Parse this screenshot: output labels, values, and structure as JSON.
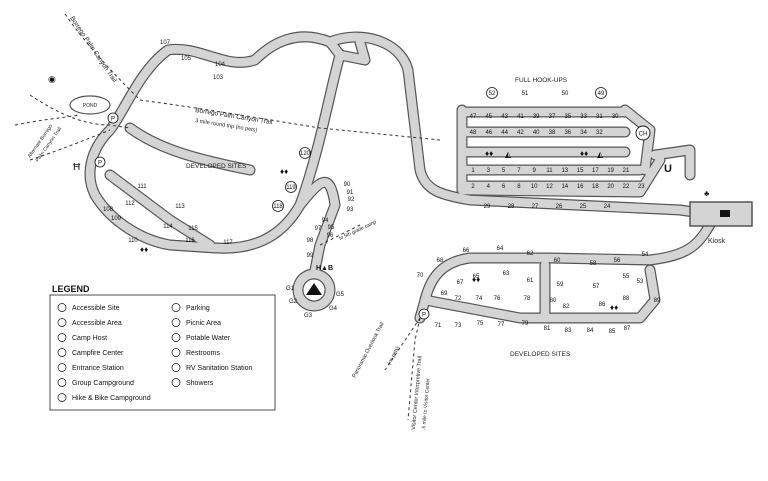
{
  "labels": {
    "full_hookups": "FULL HOOK-UPS",
    "developed_sites_left": "DEVELOPED SITES",
    "developed_sites_bottom": "DEVELOPED SITES",
    "kiosk": "Kiosk",
    "pond": "POND",
    "trail_borrego_top": "Borrego Palm Canyon Trail",
    "trail_borrego_mid": "Borrego Palm Canyon Trail",
    "trail_borrego_mid_sub": "3 mile round trip (no pets)",
    "trail_alternate": "Alternate Borrego",
    "trail_alternate_2": "Palm Canyon Trail",
    "trail_panoramic": "Panoramic Overlook Trail",
    "trail_panoramic_sub": "(no pets)",
    "trail_visitor": "Visitor Center Interpretive Trail",
    "trail_visitor_sub": ".5 mile to Visitor Center",
    "to_group_camp": "to 5th grade camp",
    "ch": "CH"
  },
  "legend": {
    "title": "LEGEND",
    "items_left": [
      {
        "icon": "accessible-site-icon",
        "label": "Accessible Site"
      },
      {
        "icon": "accessible-area-icon",
        "label": "Accessible Area"
      },
      {
        "icon": "camp-host-icon",
        "label": "Camp Host"
      },
      {
        "icon": "campfire-center-icon",
        "label": "Campfire Center"
      },
      {
        "icon": "entrance-station-icon",
        "label": "Entrance Station"
      },
      {
        "icon": "group-campground-icon",
        "label": "Group Campground"
      },
      {
        "icon": "hike-bike-icon",
        "label": "Hike & Bike Campground"
      }
    ],
    "items_right": [
      {
        "icon": "parking-icon",
        "label": "Parking"
      },
      {
        "icon": "picnic-area-icon",
        "label": "Picnic Area"
      },
      {
        "icon": "potable-water-icon",
        "label": "Potable Water"
      },
      {
        "icon": "restrooms-icon",
        "label": "Restrooms"
      },
      {
        "icon": "rv-sanitation-icon",
        "label": "RV Sanitation Station"
      },
      {
        "icon": "showers-icon",
        "label": "Showers"
      }
    ]
  },
  "site_numbers": {
    "hookups_top_circled": [
      "52",
      "49"
    ],
    "hookups_top": [
      "51",
      "50"
    ],
    "hookups_row1": [
      "47",
      "45",
      "43",
      "41",
      "39",
      "37",
      "35",
      "33",
      "31",
      "30"
    ],
    "hookups_row2": [
      "48",
      "46",
      "44",
      "42",
      "40",
      "38",
      "36",
      "34",
      "32"
    ],
    "hookups_row3": [
      "1",
      "3",
      "5",
      "7",
      "9",
      "11",
      "13",
      "15",
      "17",
      "19",
      "21"
    ],
    "hookups_row4": [
      "2",
      "4",
      "6",
      "8",
      "10",
      "12",
      "14",
      "16",
      "18",
      "20",
      "22",
      "23"
    ],
    "hookups_bottom": [
      "29",
      "28",
      "27",
      "26",
      "25",
      "24"
    ],
    "loop_left": [
      "107",
      "105",
      "104",
      "103",
      "111",
      "112",
      "113",
      "108",
      "109",
      "110",
      "114",
      "115",
      "116",
      "117"
    ],
    "loop_left_circled": [
      "120",
      "119",
      "118"
    ],
    "loop_right_column": [
      "90",
      "91",
      "92",
      "93",
      "94",
      "95",
      "96",
      "97",
      "98",
      "99"
    ],
    "group": [
      "G1",
      "G2",
      "G3",
      "G4",
      "G5"
    ],
    "bottom_top_row": [
      "70",
      "68",
      "66",
      "64",
      "62",
      "60",
      "58",
      "56",
      "54"
    ],
    "bottom_inner": [
      "69",
      "67",
      "65",
      "63",
      "61",
      "59",
      "57",
      "55",
      "53"
    ],
    "bottom_inner2": [
      "72",
      "74",
      "76",
      "78",
      "80",
      "82",
      "86",
      "88"
    ],
    "bottom_row": [
      "71",
      "73",
      "75",
      "77",
      "79",
      "81",
      "83",
      "84",
      "85",
      "87",
      "89"
    ]
  }
}
